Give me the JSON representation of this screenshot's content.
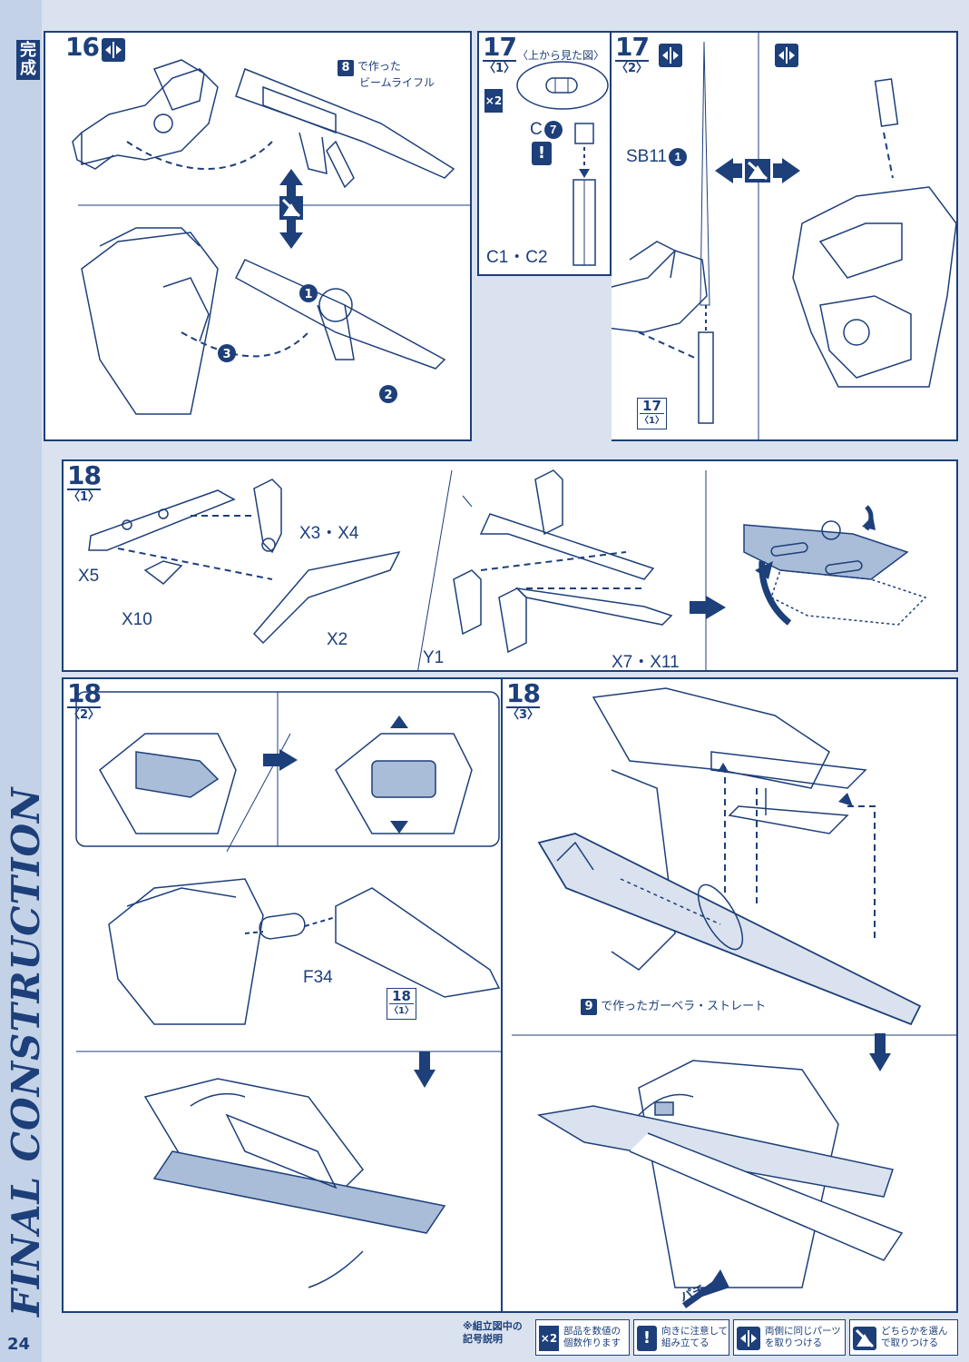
{
  "sidebar": {
    "section_label": "完成",
    "vertical_title": "FINAL CONSTRUCTION",
    "page_number": "24"
  },
  "step16": {
    "number": "16",
    "ref_part": "8",
    "ref_caption_line1": "で作った",
    "ref_caption_line2": "ビームライフル",
    "order_marks": [
      "1",
      "2",
      "3"
    ]
  },
  "step17_1": {
    "number": "17",
    "sub": "1",
    "qty": "2",
    "top_view_label": "〈上から見た図〉",
    "part_c7": "C",
    "part_c7_num": "7",
    "part_c1c2": "C1・C2",
    "warning": "!"
  },
  "step17_2": {
    "number": "17",
    "sub": "2",
    "part_sb11": "SB11",
    "part_sb11_num": "1",
    "ref_number": "17",
    "ref_sub": "1"
  },
  "step18_1": {
    "number": "18",
    "sub": "1",
    "parts": {
      "x3x4": "X3・X4",
      "x5": "X5",
      "x10": "X10",
      "x2": "X2",
      "y1": "Y1",
      "x7x11": "X7・X11"
    }
  },
  "step18_2": {
    "number": "18",
    "sub": "2",
    "part_f34": "F34",
    "ref_number": "18",
    "ref_sub": "1"
  },
  "step18_3": {
    "number": "18",
    "sub": "3",
    "ref_part": "9",
    "ref_caption": "で作ったガーベラ・ストレート",
    "sfx": "パチ"
  },
  "legend": {
    "header_line1": "※組立図中の",
    "header_line2": "記号説明",
    "items": [
      {
        "symbol": "×2",
        "line1": "部品を数値の",
        "line2": "個数作ります"
      },
      {
        "symbol": "!",
        "line1": "向きに注意して",
        "line2": "組み立てる"
      },
      {
        "symbol": "both-sides-icon",
        "line1": "両側に同じパーツ",
        "line2": "を取りつける"
      },
      {
        "symbol": "choice-icon",
        "line1": "どちらかを選ん",
        "line2": "で取りつける"
      }
    ]
  },
  "colors": {
    "ink": "#1d3f7a",
    "background": "#d9e2ee",
    "panel": "#ffffff",
    "highlight": "#a9bcd8"
  }
}
